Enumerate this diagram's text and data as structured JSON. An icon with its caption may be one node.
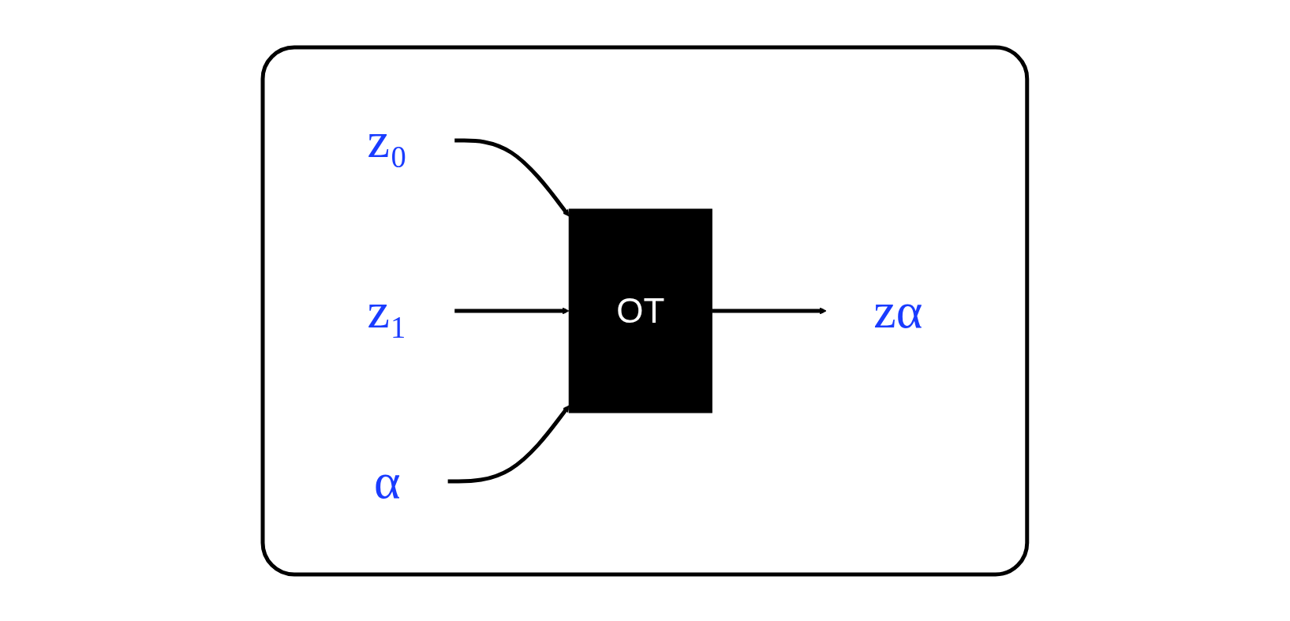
{
  "diagram": {
    "nodes": [
      {
        "text": [],
        "shape": "box"
      },
      {
        "text": [
          "z₀"
        ],
        "in": 0
      },
      {
        "text": [
          "z₁"
        ],
        "in": 0
      },
      {
        "text": [
          "OT"
        ],
        "in": 0
      },
      {
        "text": [
          "α"
        ],
        "in": 0
      },
      {
        "text": [
          "zα"
        ],
        "in": 0
      }
    ],
    "edges": [
      {
        "from": 1,
        "to": 3,
        "arrow": "to"
      },
      {
        "from": 2,
        "to": 3,
        "arrow": "to"
      },
      {
        "from": 4,
        "to": 3,
        "arrow": "to"
      },
      {
        "from": 3,
        "to": 5,
        "arrow": "to"
      }
    ]
  }
}
